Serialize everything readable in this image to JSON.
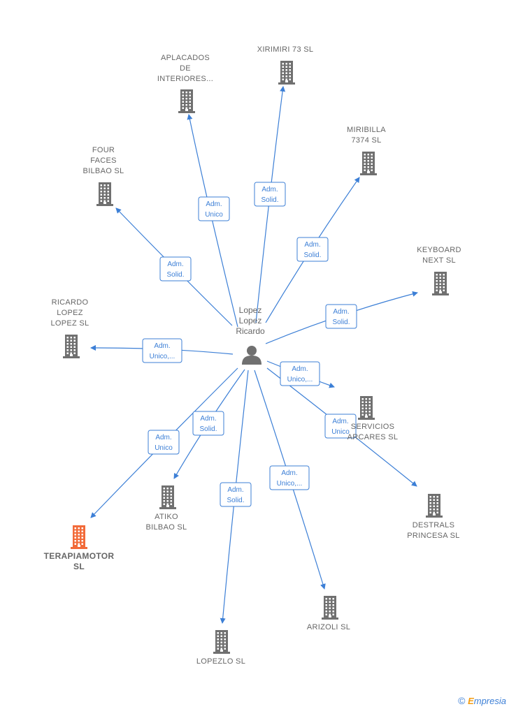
{
  "center": {
    "label": "Lopez\nLopez\nRicardo"
  },
  "companies": [
    {
      "id": "aplacados",
      "label": "APLACADOS\nDE\nINTERIORES...",
      "highlight": false
    },
    {
      "id": "xirimiri",
      "label": "XIRIMIRI 73  SL",
      "highlight": false
    },
    {
      "id": "miribilla",
      "label": "MIRIBILLA\n7374 SL",
      "highlight": false
    },
    {
      "id": "fourfaces",
      "label": "FOUR\nFACES\nBILBAO SL",
      "highlight": false
    },
    {
      "id": "keyboard",
      "label": "KEYBOARD\nNEXT  SL",
      "highlight": false
    },
    {
      "id": "ricardo",
      "label": "RICARDO\nLOPEZ\nLOPEZ  SL",
      "highlight": false
    },
    {
      "id": "servicios",
      "label": "SERVICIOS\nARCARES  SL",
      "highlight": false
    },
    {
      "id": "destrals",
      "label": "DESTRALS\nPRINCESA  SL",
      "highlight": false
    },
    {
      "id": "terapiamotor",
      "label": "TERAPIAMOTOR\nSL",
      "highlight": true
    },
    {
      "id": "atiko",
      "label": "ATIKO\nBILBAO  SL",
      "highlight": false
    },
    {
      "id": "arizoli",
      "label": "ARIZOLI  SL",
      "highlight": false
    },
    {
      "id": "lopezlo",
      "label": "LOPEZLO  SL",
      "highlight": false
    }
  ],
  "edges": [
    {
      "to": "aplacados",
      "label": [
        "Adm.",
        "Unico"
      ]
    },
    {
      "to": "xirimiri",
      "label": [
        "Adm.",
        "Solid."
      ]
    },
    {
      "to": "miribilla",
      "label": [
        "Adm.",
        "Solid."
      ]
    },
    {
      "to": "fourfaces",
      "label": [
        "Adm.",
        "Solid."
      ]
    },
    {
      "to": "keyboard",
      "label": [
        "Adm.",
        "Solid."
      ]
    },
    {
      "to": "ricardo",
      "label": [
        "Adm.",
        "Unico,..."
      ]
    },
    {
      "to": "servicios",
      "label": [
        "Adm.",
        "Unico,..."
      ]
    },
    {
      "to": "destrals",
      "label": [
        "Adm.",
        "Unico"
      ]
    },
    {
      "to": "terapiamotor",
      "label": [
        "Adm.",
        "Unico"
      ]
    },
    {
      "to": "atiko",
      "label": [
        "Adm.",
        "Solid."
      ]
    },
    {
      "to": "lopezlo",
      "label": [
        "Adm.",
        "Solid."
      ]
    },
    {
      "to": "arizoli",
      "label": [
        "Adm.",
        "Unico,..."
      ]
    }
  ],
  "colors": {
    "edge": "#3c7fd6",
    "building": "#707070",
    "building_highlight": "#f26b3a",
    "person": "#707070"
  },
  "footer": {
    "copyright": "©",
    "brand_initial": "E",
    "brand_rest": "mpresia"
  }
}
